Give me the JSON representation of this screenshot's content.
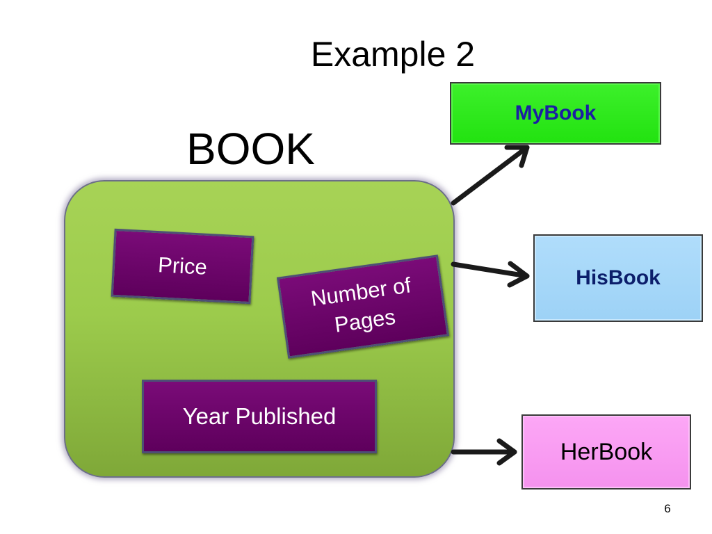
{
  "slide": {
    "title": "Example 2",
    "page_number": "6"
  },
  "class": {
    "name": "BOOK",
    "attributes": {
      "price": "Price",
      "pages": "Number of\nPages",
      "year": "Year Published"
    },
    "fill_color": "#9ccb4c"
  },
  "instances": {
    "mybook": {
      "label": "MyBook",
      "color": "#22e210"
    },
    "hisbook": {
      "label": "HisBook",
      "color": "#9dd2f6"
    },
    "herbook": {
      "label": "HerBook",
      "color": "#f592ee"
    }
  },
  "attribute_color": "#6a0068",
  "arrow_color": "#1a1a1a"
}
